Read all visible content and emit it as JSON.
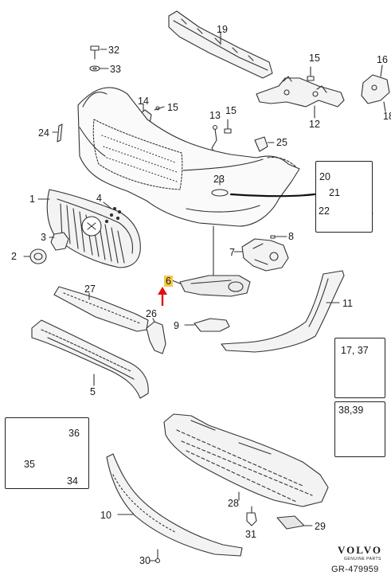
{
  "callouts": {
    "c1": "1",
    "c2": "2",
    "c3": "3",
    "c4": "4",
    "c5": "5",
    "c6": "6",
    "c7": "7",
    "c8": "8",
    "c9": "9",
    "c10": "10",
    "c11": "11",
    "c12": "12",
    "c13": "13",
    "c14": "14",
    "c15a": "15",
    "c15b": "15",
    "c15c": "15",
    "c16": "16",
    "c18": "18",
    "c19": "19",
    "c20": "20",
    "c21": "21",
    "c22": "22",
    "c23": "23",
    "c24": "24",
    "c25": "25",
    "c26": "26",
    "c27": "27",
    "c28": "28",
    "c29": "29",
    "c30": "30",
    "c31": "31",
    "c32": "32",
    "c33": "33",
    "c34": "34",
    "c35": "35",
    "c36": "36",
    "c1737": "17, 37",
    "c3839": "38,39"
  },
  "highlight": {
    "part": "6",
    "color": "#f7c948",
    "arrow_color": "#e01010"
  },
  "footer": {
    "brand": "VOLVO",
    "brand_sub": "GENUINE PARTS",
    "reference": "GR-479959"
  }
}
